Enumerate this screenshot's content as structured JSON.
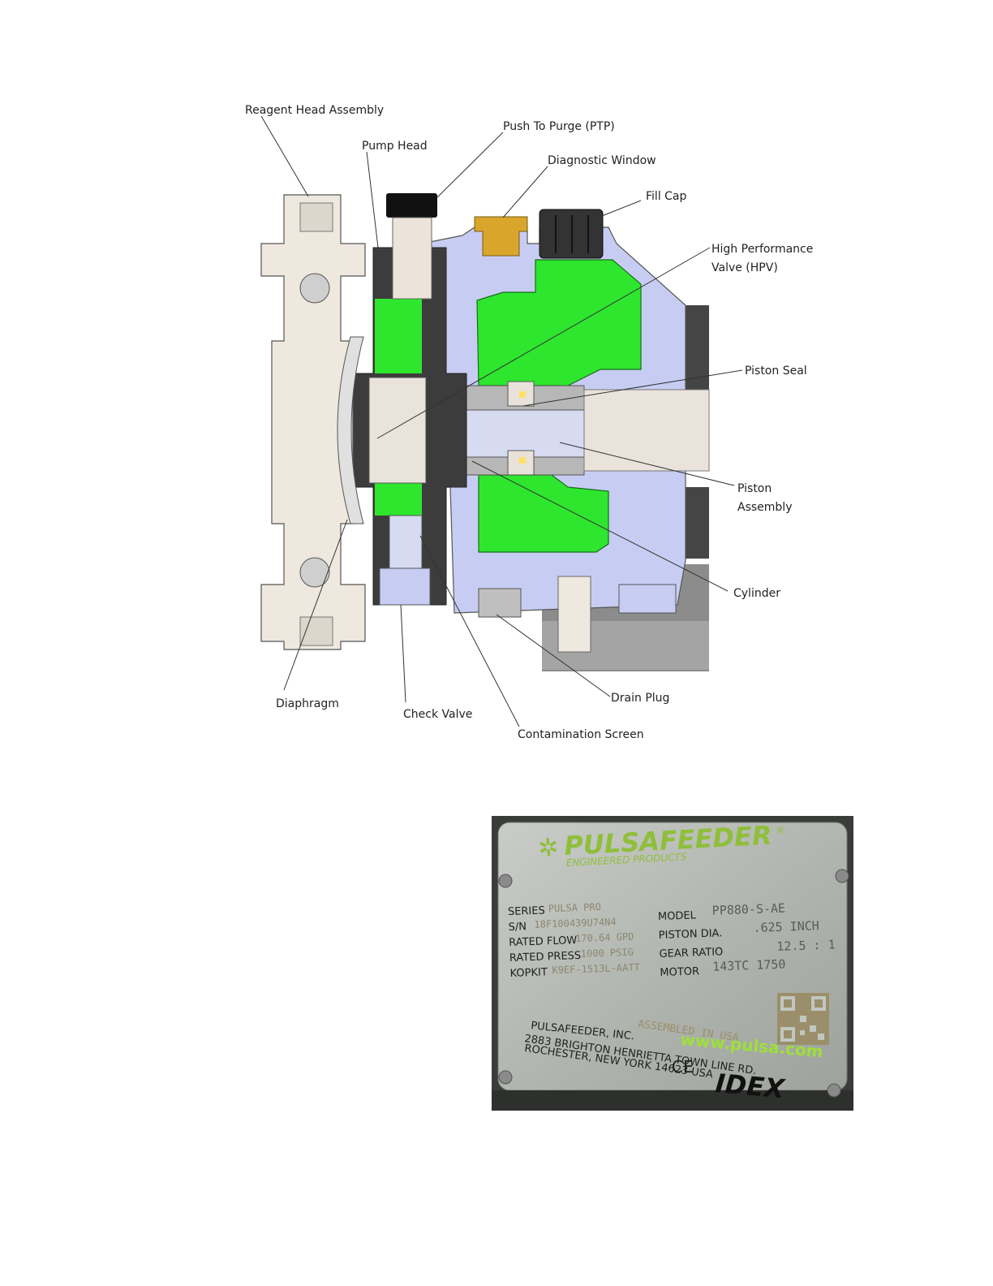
{
  "diagram": {
    "labels": {
      "reagent_head_assembly": "Reagent Head Assembly",
      "pump_head": "Pump Head",
      "push_to_purge": "Push To Purge (PTP)",
      "diagnostic_window": "Diagnostic Window",
      "fill_cap": "Fill Cap",
      "hpv_line1": "High Performance",
      "hpv_line2": "Valve (HPV)",
      "piston_seal": "Piston Seal",
      "piston_assembly_line1": "Piston",
      "piston_assembly_line2": "Assembly",
      "cylinder": "Cylinder",
      "drain_plug": "Drain Plug",
      "contamination_screen": "Contamination Screen",
      "check_valve": "Check Valve",
      "diaphragm": "Diaphragm"
    },
    "colors": {
      "oil_green": "#2ee62e",
      "housing_blue": "#c7cdf2",
      "head_dark": "#3c3c3c",
      "body_cream": "#efe8df",
      "brass": "#d9a52b"
    }
  },
  "nameplate": {
    "brand": "PULSAFEEDER",
    "registered": "®",
    "subbrand": "ENGINEERED PRODUCTS",
    "series_label": "SERIES",
    "series_value": "PULSA PRO",
    "sn_label": "S/N",
    "sn_value": "18F100439U74N4",
    "rated_flow_label": "RATED FLOW",
    "rated_flow_value": "170.64 GPD",
    "rated_press_label": "RATED PRESS",
    "rated_press_value": "1000 PSIG",
    "kopkit_label": "KOPKIT",
    "kopkit_value": "K9EF-1513L-AATT",
    "model_label": "MODEL",
    "model_value": "PP880-S-AE",
    "piston_dia_label": "PISTON DIA.",
    "piston_dia_value": ".625 INCH",
    "gear_ratio_label": "GEAR RATIO",
    "gear_ratio_value": "12.5 : 1",
    "motor_label": "MOTOR",
    "motor_value": "143TC 1750",
    "company": "PULSAFEEDER, INC.",
    "address1": "2883 BRIGHTON HENRIETTA TOWN LINE RD.",
    "address2": "ROCHESTER, NEW YORK 14623 USA",
    "assembled": "ASSEMBLED IN USA",
    "website": "www.pulsa.com",
    "ce_mark": "CE",
    "idex": "IDEX",
    "colors": {
      "plate": "#b8bcb6",
      "brand_green": "#8fbf3a"
    }
  }
}
